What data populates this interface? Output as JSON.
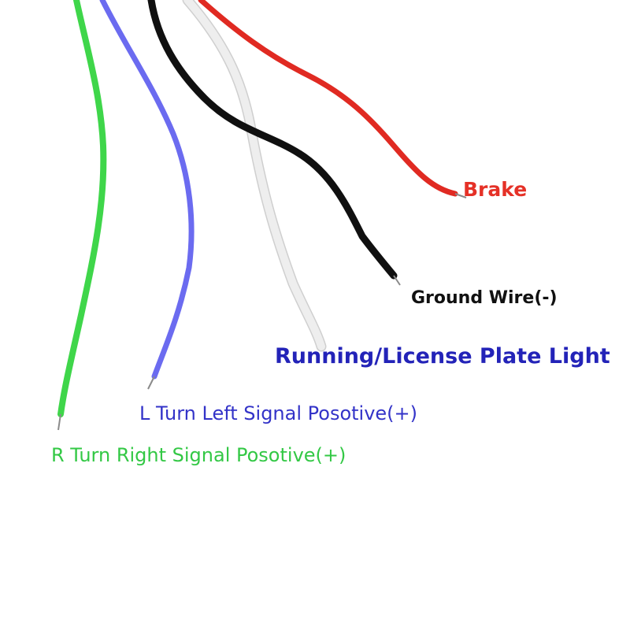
{
  "colors": {
    "background": "#ffffff",
    "brake": "#e53127",
    "ground": "#111111",
    "running": "#2323b8",
    "left_turn": "#3333c8",
    "right_turn": "#33c845",
    "wire_red": "#e02a22",
    "wire_black": "#101010",
    "wire_white": "#eeeeee",
    "wire_blue": "#6b6bf0",
    "wire_green": "#3fd64a"
  },
  "labels": {
    "brake": "Brake",
    "ground": "Ground Wire(-)",
    "running": "Running/License Plate Light",
    "left_turn": "L Turn Left Signal Posotive(+)",
    "right_turn": "R Turn Right Signal Posotive(+)"
  }
}
